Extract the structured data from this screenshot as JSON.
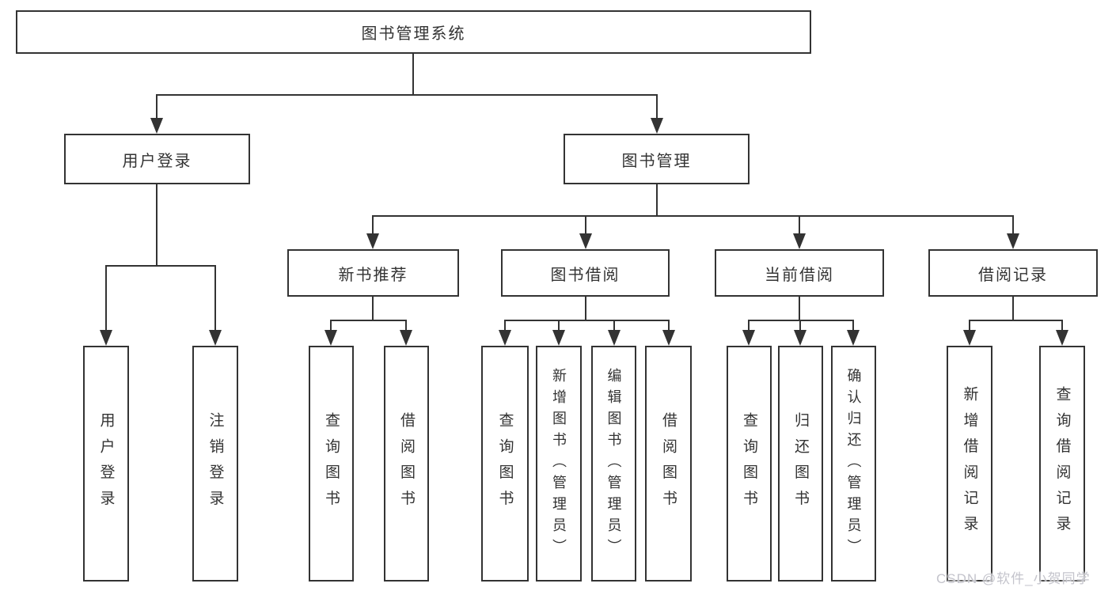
{
  "colors": {
    "background": "#ffffff",
    "line": "#333333",
    "text": "#333333",
    "watermark": "#c4c4cc"
  },
  "watermark": {
    "text": "CSDN @软件_小贺同学"
  },
  "tree": {
    "root": {
      "label": "图书管理系统",
      "children": [
        {
          "label": "用户登录",
          "children": [
            {
              "label": "用户登录"
            },
            {
              "label": "注销登录"
            }
          ]
        },
        {
          "label": "图书管理",
          "children": [
            {
              "label": "新书推荐",
              "children": [
                {
                  "label": "查询图书"
                },
                {
                  "label": "借阅图书"
                }
              ]
            },
            {
              "label": "图书借阅",
              "children": [
                {
                  "label": "查询图书"
                },
                {
                  "label": "新增图书（管理员）"
                },
                {
                  "label": "编辑图书（管理员）"
                },
                {
                  "label": "借阅图书"
                }
              ]
            },
            {
              "label": "当前借阅",
              "children": [
                {
                  "label": "查询图书"
                },
                {
                  "label": "归还图书"
                },
                {
                  "label": "确认归还（管理员）"
                }
              ]
            },
            {
              "label": "借阅记录",
              "children": [
                {
                  "label": "新增借阅记录"
                },
                {
                  "label": "查询借阅记录"
                }
              ]
            }
          ]
        }
      ]
    }
  }
}
